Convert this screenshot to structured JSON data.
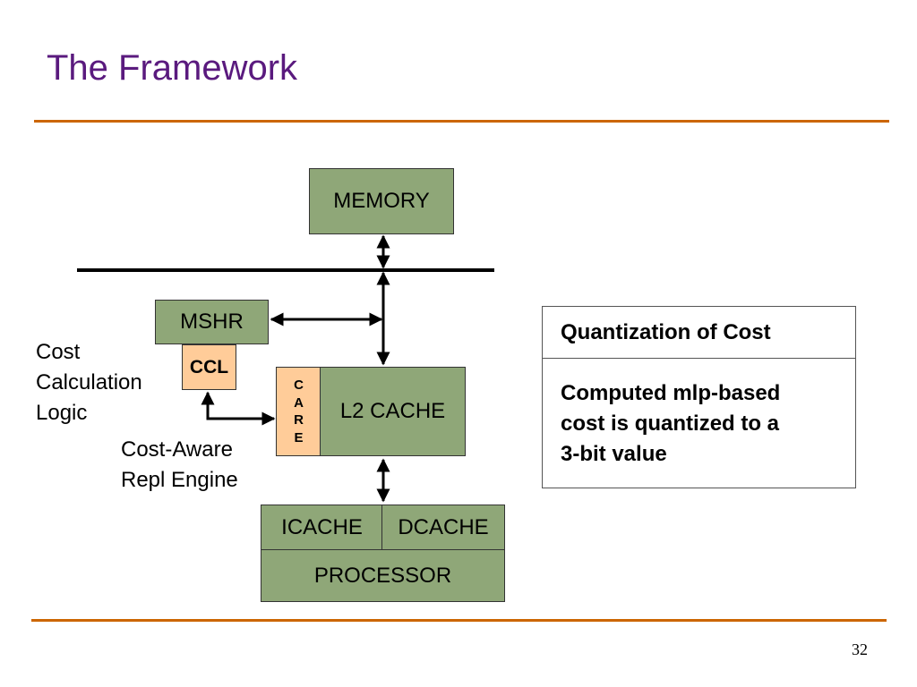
{
  "slide": {
    "title": "The Framework",
    "page_number": "32",
    "accent_color": "#cc6600",
    "title_color": "#5a1a7e",
    "box_fill": "#8fa778",
    "highlight_fill": "#ffcc99"
  },
  "diagram": {
    "memory": "MEMORY",
    "mshr": "MSHR",
    "ccl": "CCL",
    "care": [
      "C",
      "A",
      "R",
      "E"
    ],
    "l2_cache": "L2 CACHE",
    "icache": "ICACHE",
    "dcache": "DCACHE",
    "processor": "PROCESSOR",
    "ccl_label": [
      "Cost",
      "Calculation",
      "Logic"
    ],
    "care_label": [
      "Cost-Aware",
      "Repl Engine"
    ]
  },
  "note": {
    "heading": "Quantization of Cost",
    "body": [
      "Computed mlp-based",
      "cost is quantized to a",
      "3-bit value"
    ]
  }
}
